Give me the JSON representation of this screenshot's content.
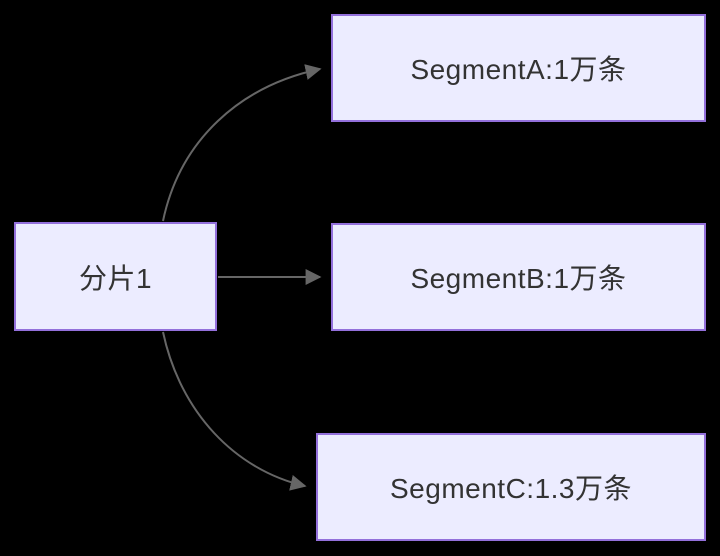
{
  "diagram": {
    "type": "flowchart",
    "colors": {
      "background": "#000000",
      "node_fill": "#ECECFF",
      "node_border": "#9370DB",
      "node_text": "#333333",
      "edge": "#666666"
    },
    "nodes": {
      "source": {
        "label": "分片1"
      },
      "targets": [
        {
          "label": "SegmentA:1万条"
        },
        {
          "label": "SegmentB:1万条"
        },
        {
          "label": "SegmentC:1.3万条"
        }
      ]
    },
    "edges": [
      {
        "from": "分片1",
        "to": "SegmentA:1万条"
      },
      {
        "from": "分片1",
        "to": "SegmentB:1万条"
      },
      {
        "from": "分片1",
        "to": "SegmentC:1.3万条"
      }
    ]
  }
}
